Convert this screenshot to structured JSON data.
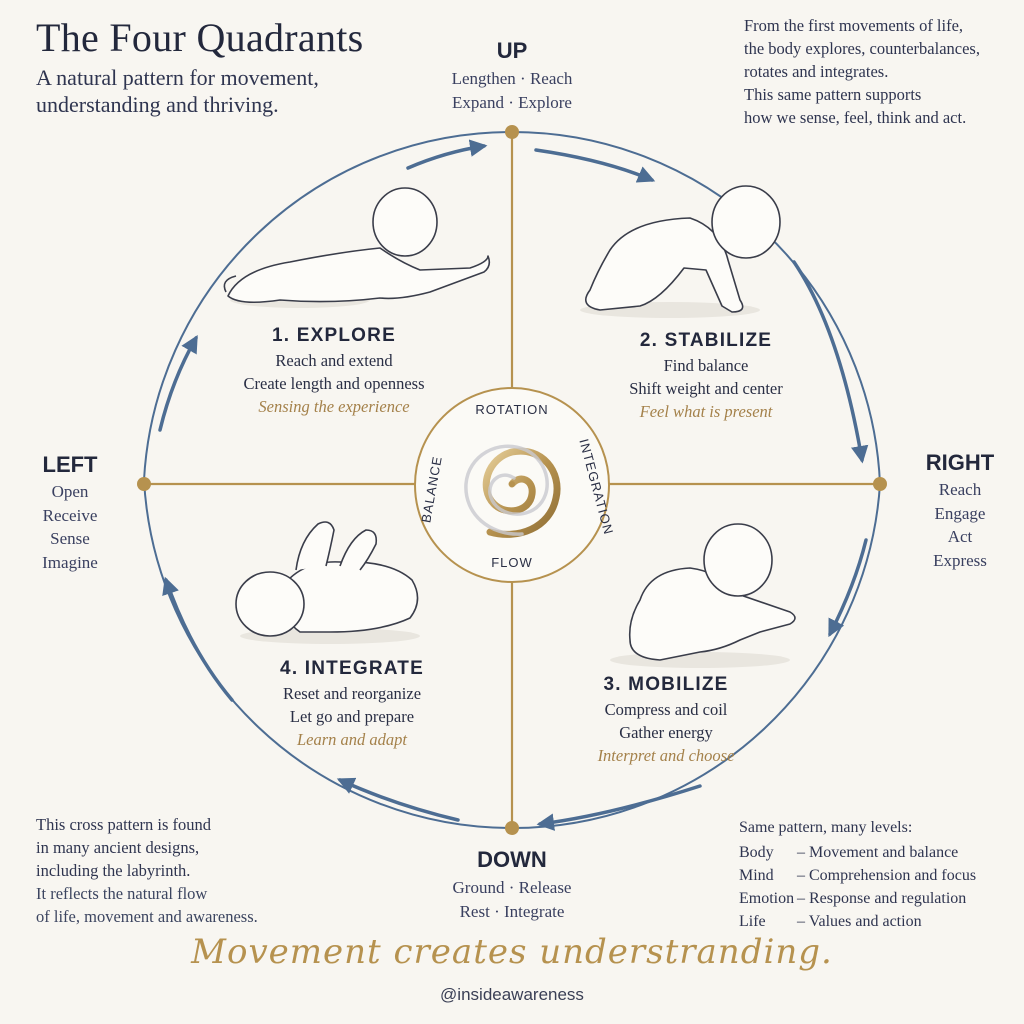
{
  "header": {
    "title": "The Four Quadrants",
    "subtitle": "A natural pattern for movement, understanding and thriving."
  },
  "intro": {
    "lines": [
      "From the first movements of life,",
      "the body explores, counterbalances,",
      "rotates and integrates.",
      "This same pattern supports",
      "how we sense, feel, think and act."
    ]
  },
  "directions": {
    "up": {
      "label": "UP",
      "lines": [
        "Lengthen · Reach",
        "Expand · Explore"
      ]
    },
    "right": {
      "label": "RIGHT",
      "lines": [
        "Reach",
        "Engage",
        "Act",
        "Express"
      ]
    },
    "down": {
      "label": "DOWN",
      "lines": [
        "Ground · Release",
        "Rest · Integrate"
      ]
    },
    "left": {
      "label": "LEFT",
      "lines": [
        "Open",
        "Receive",
        "Sense",
        "Imagine"
      ]
    }
  },
  "quadrants": [
    {
      "title": "1. EXPLORE",
      "lines": [
        "Reach and extend",
        "Create length and openness"
      ],
      "italic": "Sensing the experience"
    },
    {
      "title": "2. STABILIZE",
      "lines": [
        "Find balance",
        "Shift weight and center"
      ],
      "italic": "Feel what is present"
    },
    {
      "title": "3. MOBILIZE",
      "lines": [
        "Compress and coil",
        "Gather energy"
      ],
      "italic": "Interpret and choose"
    },
    {
      "title": "4. INTEGRATE",
      "lines": [
        "Reset and reorganize",
        "Let go and prepare"
      ],
      "italic": "Learn and adapt"
    }
  ],
  "center": {
    "top": "ROTATION",
    "right": "INTEGRATION",
    "bottom": "FLOW",
    "left": "BALANCE"
  },
  "bottom_left": {
    "lines": [
      "This cross pattern is found",
      "in many ancient designs,",
      "including the labyrinth.",
      "It reflects the natural flow",
      "of life, movement and awareness."
    ]
  },
  "levels": {
    "heading": "Same pattern, many levels:",
    "rows": [
      {
        "name": "Body",
        "desc": "– Movement and balance"
      },
      {
        "name": "Mind",
        "desc": "– Comprehension and focus"
      },
      {
        "name": "Emotion",
        "desc": "– Response and regulation"
      },
      {
        "name": "Life",
        "desc": "– Values and action"
      }
    ]
  },
  "footer": {
    "motto": "Movement creates understranding.",
    "handle": "@insideawareness"
  },
  "colors": {
    "gold": "#b6924f",
    "navy": "#23283c",
    "blue_arrow": "#4d6d93",
    "background": "#f8f6f1"
  },
  "icons": [
    "spiral-icon",
    "baby-crawling-icon",
    "baby-sitting-icon",
    "baby-squatting-icon",
    "baby-lying-icon"
  ]
}
